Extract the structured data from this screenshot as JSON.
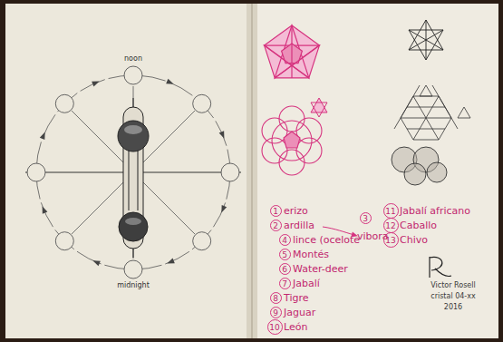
{
  "diagram": {
    "nodes": [
      {
        "text": [
          "1"
        ]
      },
      {
        "text": [
          "2"
        ]
      },
      {
        "text": [
          "3"
        ]
      },
      {
        "text": [
          "4"
        ]
      },
      {
        "text": [
          "5"
        ]
      },
      {
        "text": [
          "6"
        ]
      },
      {
        "text": [
          "7"
        ]
      },
      {
        "text": [
          "8"
        ]
      },
      {
        "text": [
          "9"
        ]
      },
      {
        "text": [
          "10"
        ]
      },
      {
        "text": [
          "11"
        ]
      },
      {
        "text": [
          "12"
        ]
      },
      {
        "text": [
          "13"
        ]
      }
    ],
    "labels": [
      "noon",
      "midnight",
      "erizo",
      "ardilla",
      "vibora",
      "lince (ocelote",
      "Montés",
      "Water-deer",
      "Jabalí",
      "Tigre",
      "Jaguar",
      "León",
      "Jabalí africano",
      "Caballo",
      "Chivo",
      "Victor Rosell",
      "cristal 04-xx",
      "2016"
    ]
  }
}
